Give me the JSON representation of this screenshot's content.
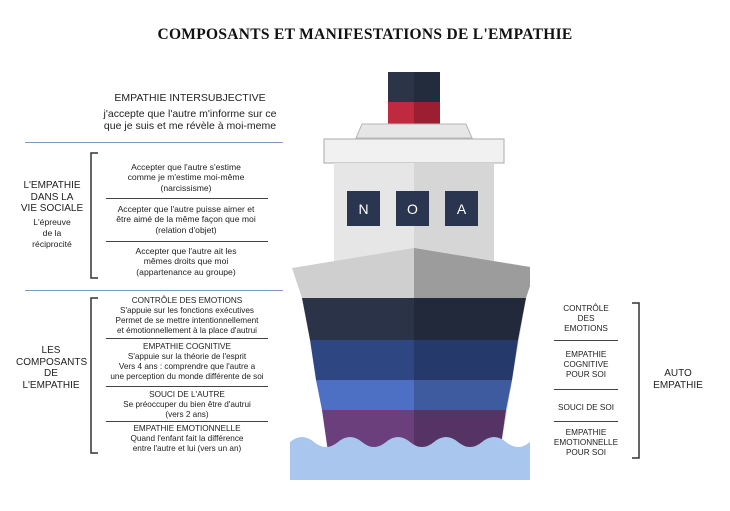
{
  "title": "COMPOSANTS  ET MANIFESTATIONS DE L'EMPATHIE",
  "intersubjective": {
    "heading": "EMPATHIE INTERSUBJECTIVE",
    "line1": "j'accepte que l'autre m'informe sur ce",
    "line2": "que je suis et me révèle à moi-meme"
  },
  "vie_sociale": {
    "label_lines": [
      "L'EMPATHIE",
      "DANS LA",
      "VIE SOCIALE"
    ],
    "sub_lines": [
      "L'épreuve",
      "de la",
      "réciprocité"
    ],
    "items": [
      {
        "lines": [
          "Accepter que l'autre s'estime",
          "comme je m'estime moi-même",
          "(narcissisme)"
        ]
      },
      {
        "lines": [
          "Accepter que l'autre puisse aimer et",
          "être aimé de la même façon que moi",
          "(relation d'objet)"
        ]
      },
      {
        "lines": [
          "Accepter que l'autre ait les",
          "mêmes droits que moi",
          "(appartenance au groupe)"
        ]
      }
    ]
  },
  "composants": {
    "label_lines": [
      "LES",
      "COMPOSANTS",
      "DE",
      "L'EMPATHIE"
    ],
    "items": [
      {
        "lines": [
          "CONTRÔLE DES EMOTIONS",
          "S'appuie sur les fonctions exécutives",
          "Permet de se mettre intentionnellement",
          "et émotionnellement à la place d'autrui"
        ]
      },
      {
        "lines": [
          "EMPATHIE COGNITIVE",
          "S'appuie sur la théorie de l'esprit",
          "Vers 4 ans : comprendre que l'autre a",
          "une perception du monde différente de soi"
        ]
      },
      {
        "lines": [
          "SOUCI DE L'AUTRE",
          "Se préoccuper du bien être d'autrui",
          "(vers 2 ans)"
        ]
      },
      {
        "lines": [
          "EMPATHIE EMOTIONNELLE",
          "Quand l'enfant fait la différence",
          "entre l'autre et lui (vers un an)"
        ]
      }
    ]
  },
  "auto": {
    "label_lines": [
      "AUTO",
      "EMPATHIE"
    ],
    "items": [
      {
        "lines": [
          "CONTRÔLE",
          "DES",
          "EMOTIONS"
        ]
      },
      {
        "lines": [
          "EMPATHIE",
          "COGNITIVE",
          "POUR SOI"
        ]
      },
      {
        "lines": [
          "SOUCI DE SOI"
        ]
      },
      {
        "lines": [
          "EMPATHIE",
          "EMOTIONNELLE",
          "POUR SOI"
        ]
      }
    ]
  },
  "ship": {
    "window_letters": [
      "N",
      "O",
      "A"
    ],
    "colors": {
      "funnel_top": "#2b3547",
      "funnel_band": "#c0293f",
      "cabin": "#e6e6e6",
      "deck": "#9c9c9c",
      "window": "#2a3650",
      "hull_top": "#2a3347",
      "hull_mid1": "#2e4682",
      "hull_mid2": "#4d6fc4",
      "hull_bottom": "#6a3f7c",
      "water": "#a9c6ee"
    }
  }
}
